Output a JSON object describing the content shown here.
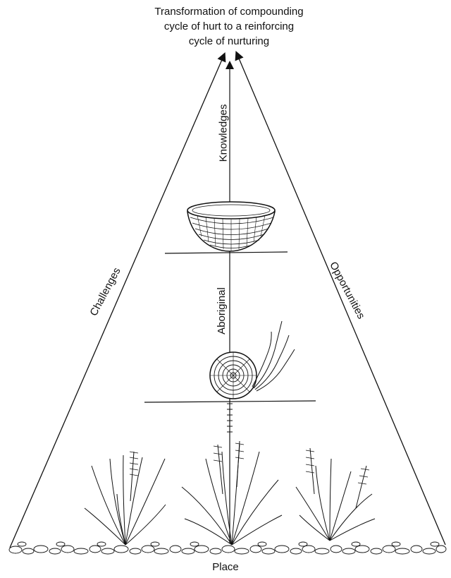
{
  "title_lines": [
    "Transformation of compounding",
    "cycle of hurt to a reinforcing",
    "cycle of nurturing"
  ],
  "labels": {
    "left_side": "Challenges",
    "right_side": "Opportunities",
    "upper_axis": "Knowledges",
    "lower_axis": "Aboriginal",
    "base": "Place"
  },
  "illustrations": {
    "top": "woven-basket-icon",
    "middle": "coiled-basket-start-icon",
    "bottom": "grass-plants-icon"
  },
  "colors": {
    "ink": "#111111",
    "background": "#ffffff"
  }
}
